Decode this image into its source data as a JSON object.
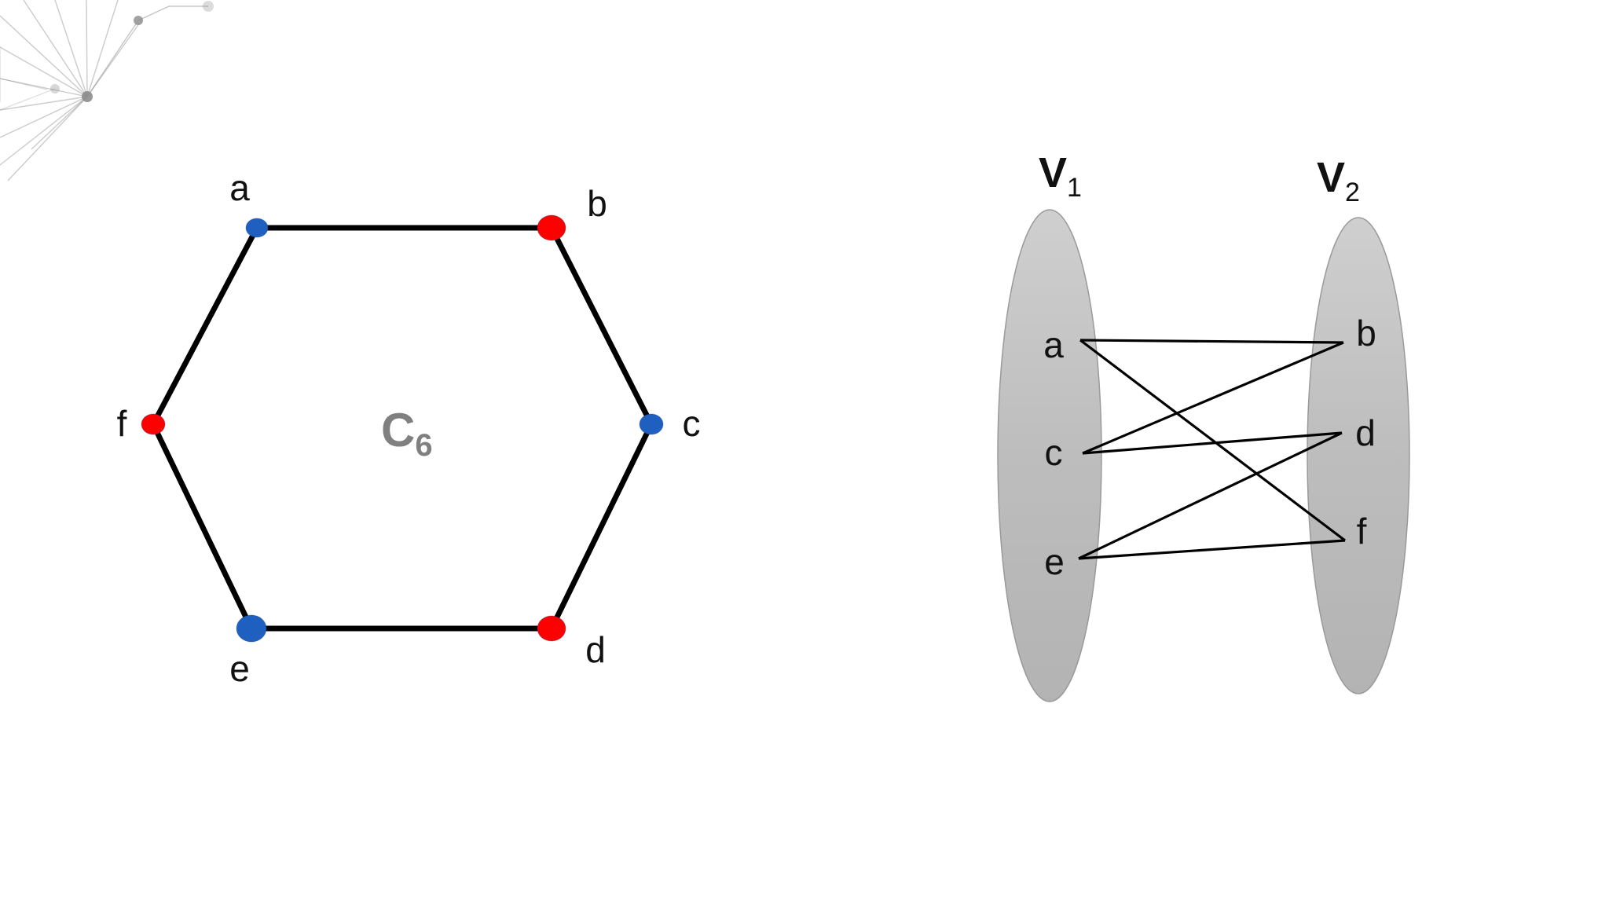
{
  "cycle_graph": {
    "label_main": "C",
    "label_sub": "6",
    "label_color": "#808080",
    "edge_color": "#000000",
    "vertices": [
      {
        "id": "a",
        "label": "a",
        "color": "#1f5fbf"
      },
      {
        "id": "b",
        "label": "b",
        "color": "#ff0000"
      },
      {
        "id": "c",
        "label": "c",
        "color": "#1f5fbf"
      },
      {
        "id": "d",
        "label": "d",
        "color": "#ff0000"
      },
      {
        "id": "e",
        "label": "e",
        "color": "#1f5fbf"
      },
      {
        "id": "f",
        "label": "f",
        "color": "#ff0000"
      }
    ],
    "edges": [
      [
        "a",
        "b"
      ],
      [
        "b",
        "c"
      ],
      [
        "c",
        "d"
      ],
      [
        "d",
        "e"
      ],
      [
        "e",
        "f"
      ],
      [
        "f",
        "a"
      ]
    ]
  },
  "bipartite_graph": {
    "left_set": {
      "label_main": "V",
      "label_sub": "1",
      "vertices": [
        "a",
        "c",
        "e"
      ]
    },
    "right_set": {
      "label_main": "V",
      "label_sub": "2",
      "vertices": [
        "b",
        "d",
        "f"
      ]
    },
    "set_fill_color": "#bcbcbc",
    "edge_color": "#000000",
    "edges": [
      [
        "a",
        "b"
      ],
      [
        "a",
        "f"
      ],
      [
        "c",
        "b"
      ],
      [
        "c",
        "d"
      ],
      [
        "e",
        "d"
      ],
      [
        "e",
        "f"
      ]
    ]
  },
  "decoration": {
    "network_motif": "network-graph-icon",
    "motif_color": "#8c8c8c"
  }
}
